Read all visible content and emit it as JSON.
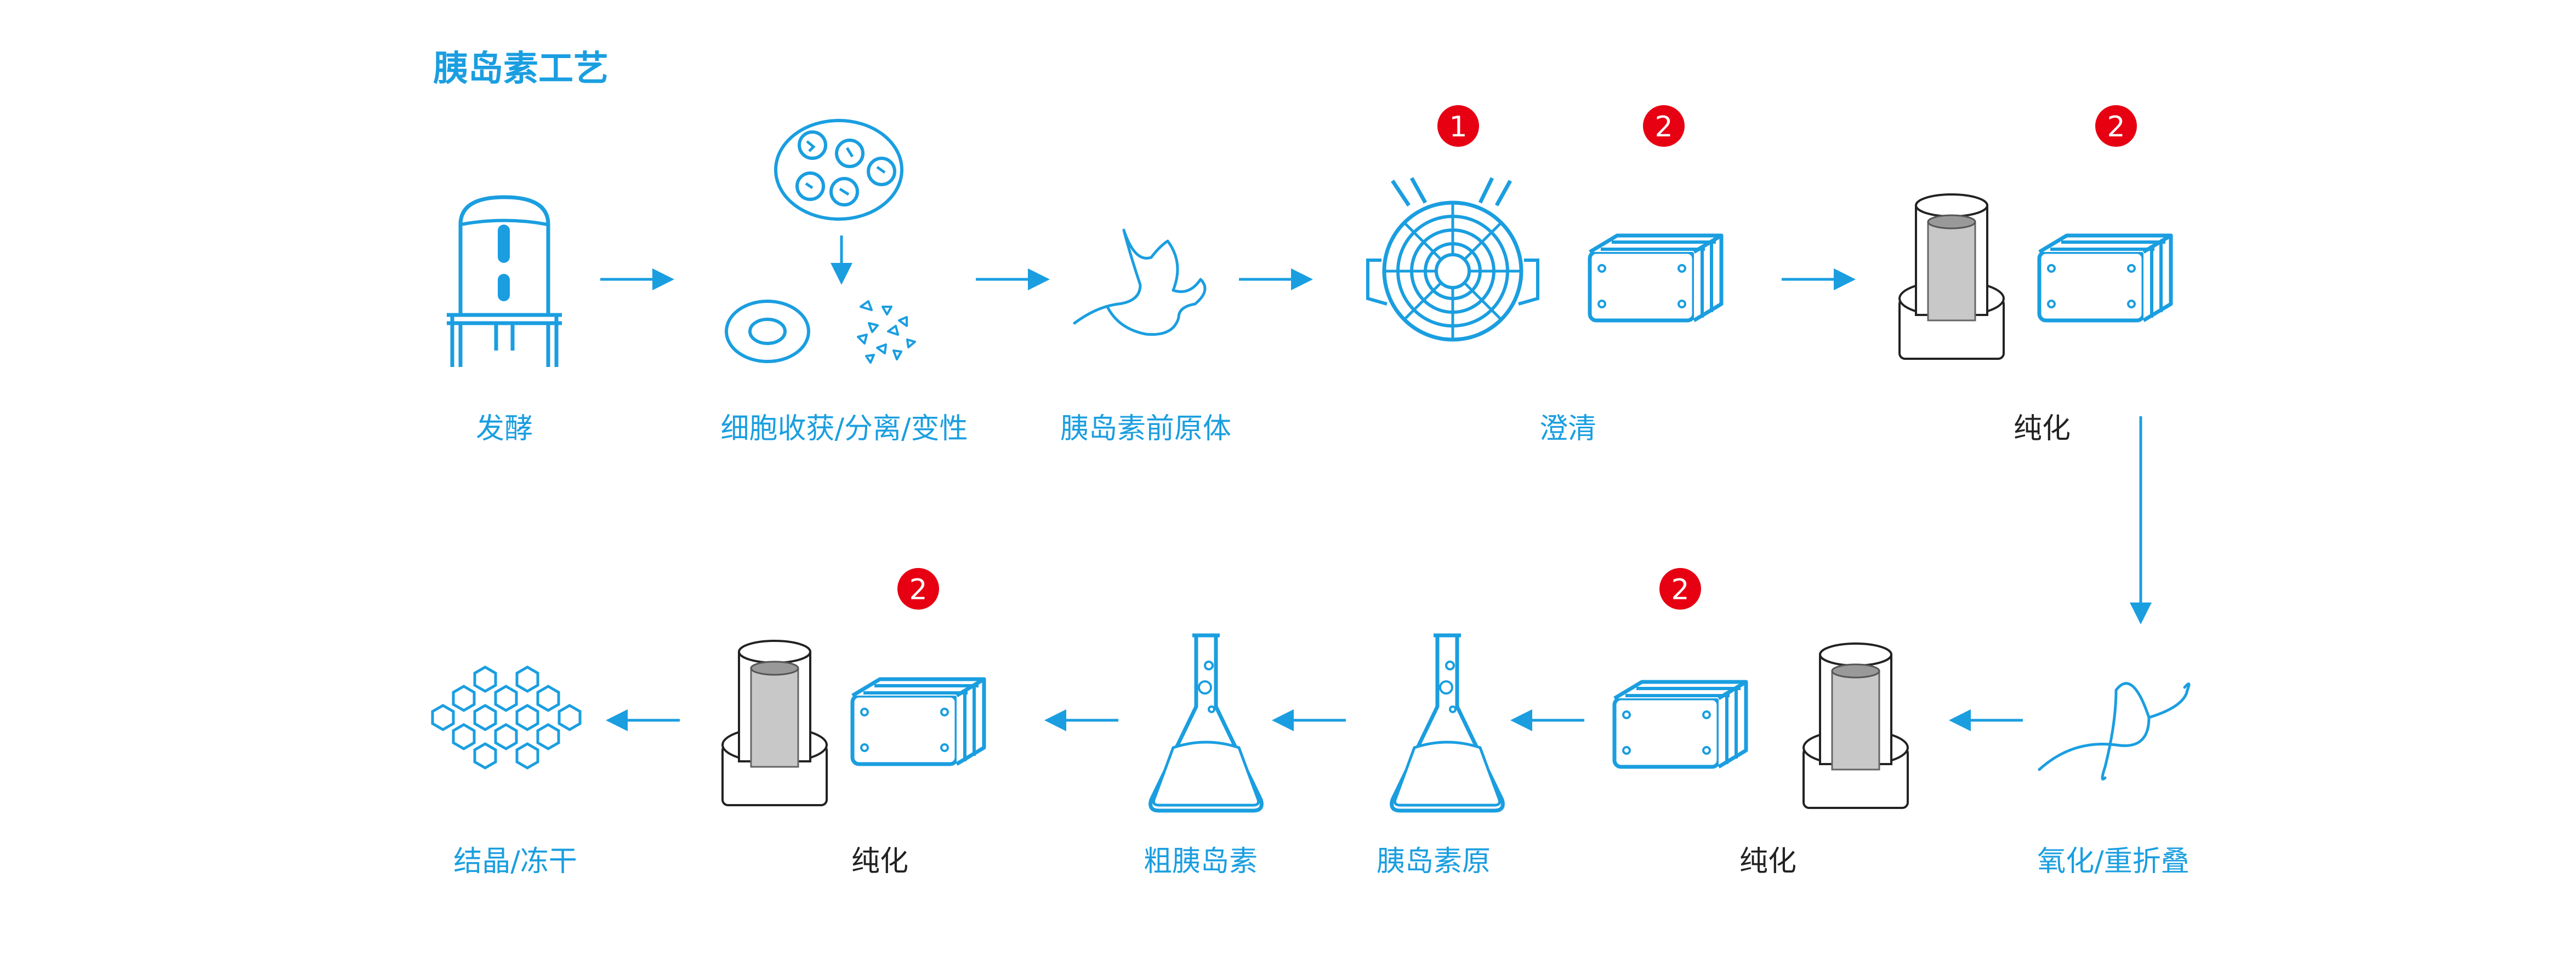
{
  "title": "胰岛素工艺",
  "colors": {
    "accent": "#1a9ee0",
    "badge": "#e60012",
    "dark": "#222222",
    "gray": "#c8c8c8"
  },
  "steps": {
    "fermentation": "发酵",
    "harvest": "细胞收获/分离/变性",
    "precursor": "胰岛素前原体",
    "clarification": "澄清",
    "purify1": "纯化",
    "oxidation": "氧化/重折叠",
    "purify2": "纯化",
    "proinsulin": "胰岛素原",
    "crude": "粗胰岛素",
    "purify3": "纯化",
    "crystal": "结晶/冻干"
  },
  "badges": [
    "1",
    "2",
    "2",
    "2",
    "2"
  ]
}
